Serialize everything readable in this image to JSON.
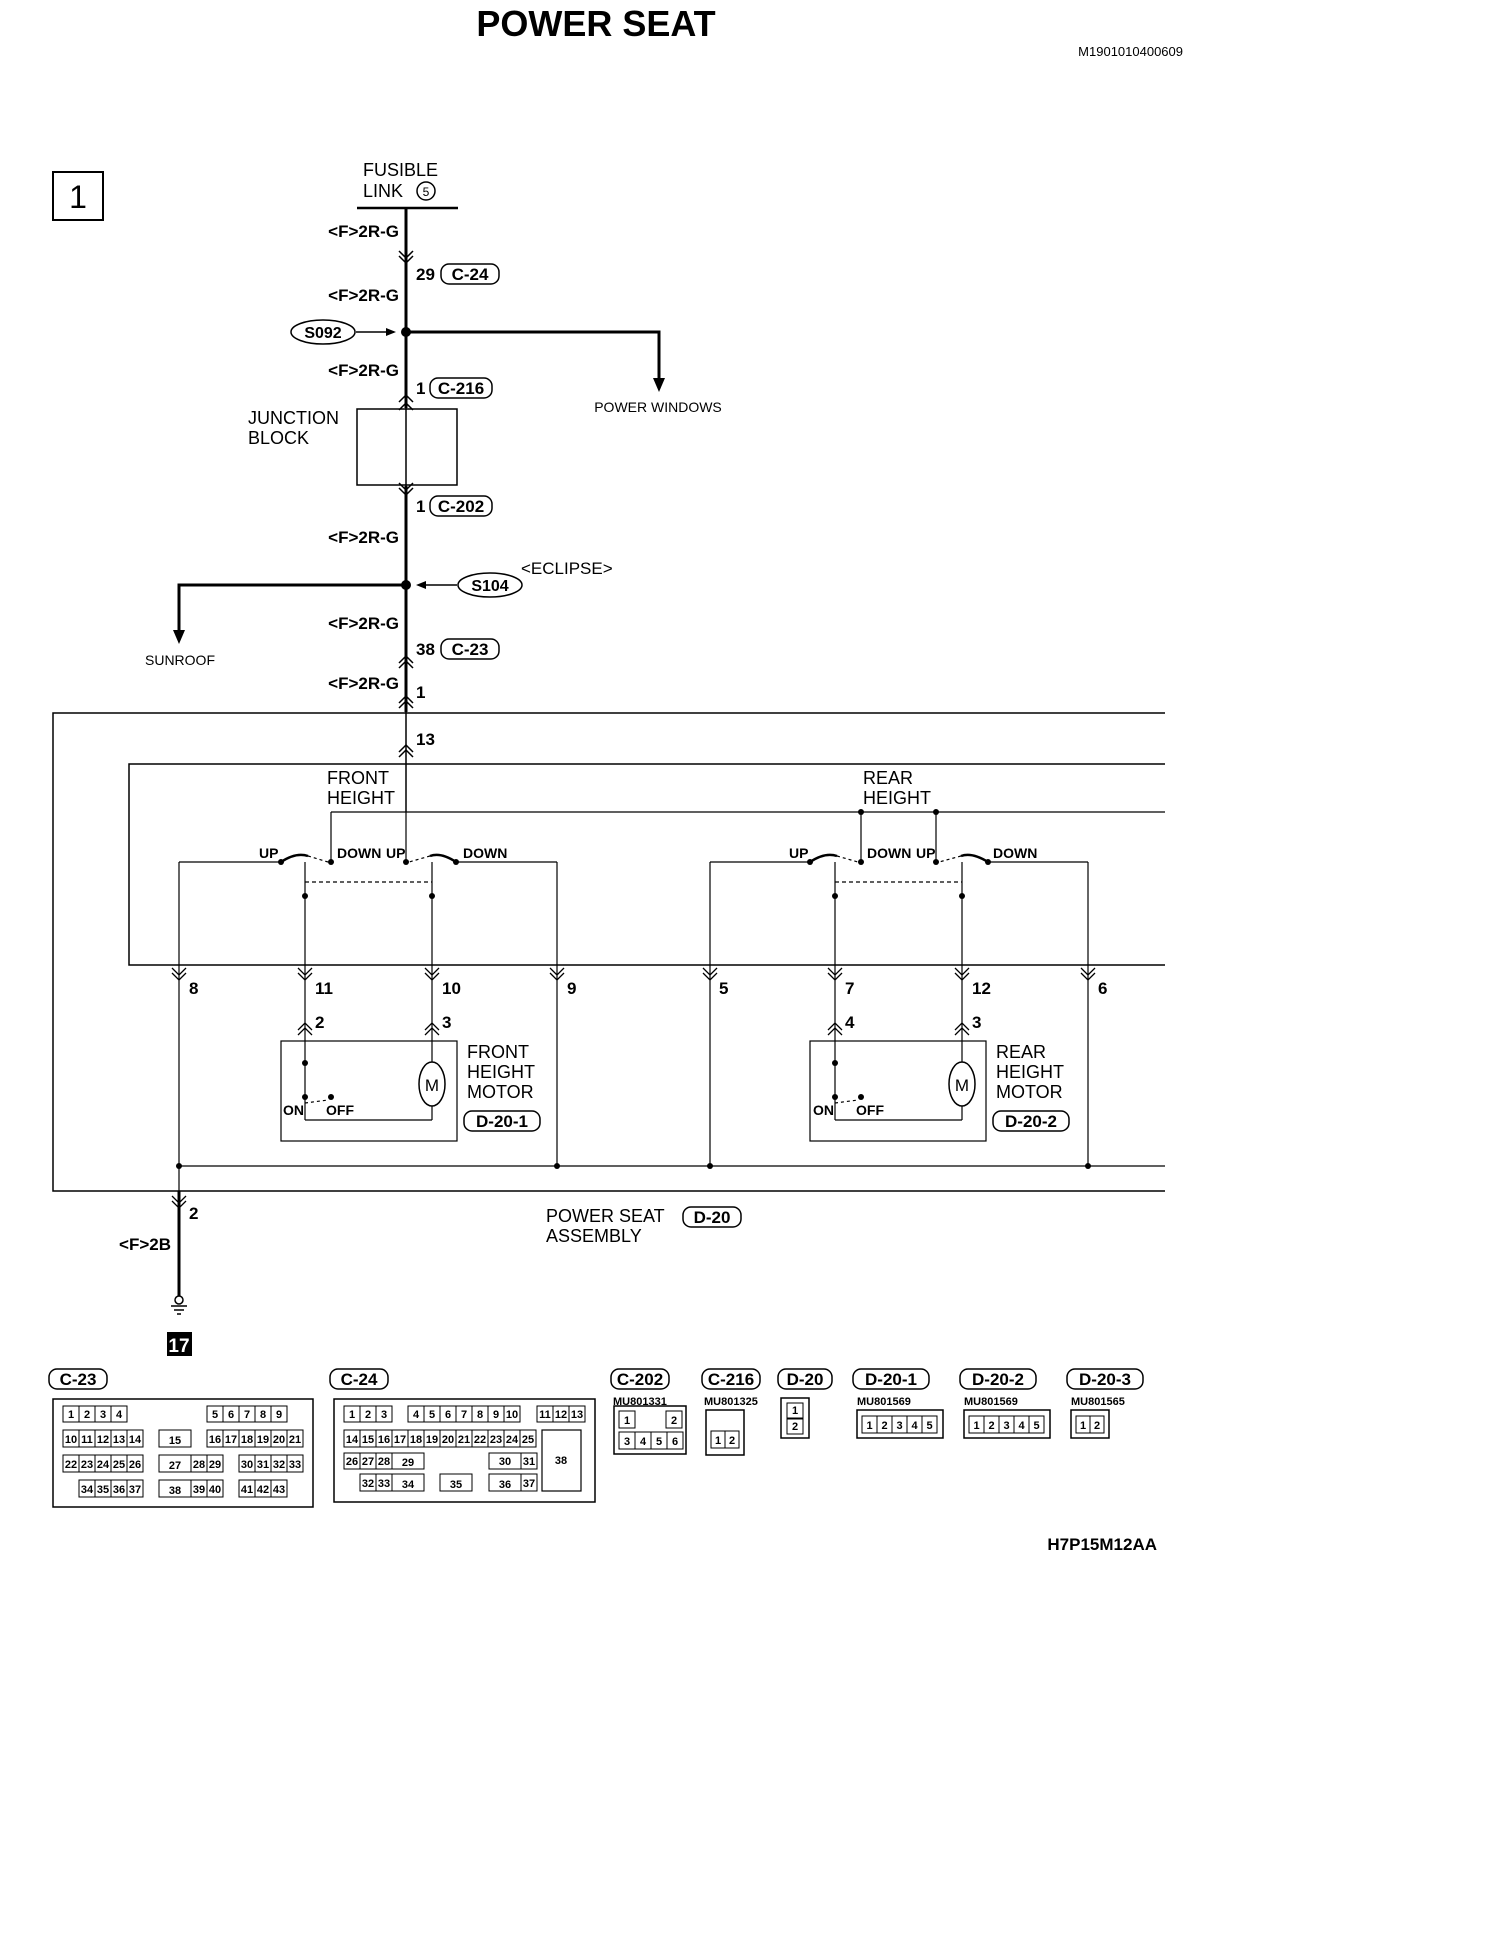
{
  "header": {
    "title": "POWER SEAT",
    "doc_id": "M1901010400609",
    "figure_id": "H7P15M12AA",
    "page_index": "1"
  },
  "source": {
    "fusible_link": "FUSIBLE",
    "fusible_link_2": "LINK",
    "fusible_link_num": "5"
  },
  "wires": {
    "w1": "<F>2R-G",
    "w2": "<F>2R-G",
    "w3": "<F>2R-G",
    "w4": "<F>2R-G",
    "w5": "<F>2R-G",
    "w6": "<F>2R-G",
    "ground_wire": "<F>2B"
  },
  "pins": {
    "c24": "29",
    "c216": "1",
    "c202": "1",
    "c23": "38",
    "one": "1",
    "thirteen": "13",
    "p8": "8",
    "p11": "11",
    "p10": "10",
    "p9": "9",
    "p5": "5",
    "p7": "7",
    "p12": "12",
    "p6": "6",
    "m2": "2",
    "m3": "3",
    "m4": "4",
    "m3b": "3",
    "g2": "2"
  },
  "connectors": {
    "c24": "C-24",
    "c216": "C-216",
    "c202": "C-202",
    "c23": "C-23",
    "d20": "D-20",
    "d201": "D-20-1",
    "d202": "D-20-2",
    "d203": "D-20-3"
  },
  "splices": {
    "s092": "S092",
    "s104": "S104",
    "eclipse": "<ECLIPSE>"
  },
  "labels": {
    "power_windows": "POWER WINDOWS",
    "sunroof": "SUNROOF",
    "junction": "JUNCTION",
    "block": "BLOCK",
    "front": "FRONT",
    "height": "HEIGHT",
    "rear": "REAR",
    "height2": "HEIGHT",
    "up": "UP",
    "down": "DOWN",
    "motor_front_1": "FRONT",
    "motor_front_2": "HEIGHT",
    "motor_front_3": "MOTOR",
    "motor_rear_1": "REAR",
    "motor_rear_2": "HEIGHT",
    "motor_rear_3": "MOTOR",
    "on": "ON",
    "off": "OFF",
    "m": "M",
    "assembly_1": "POWER SEAT",
    "assembly_2": "ASSEMBLY",
    "ground_num": "17"
  },
  "part_numbers": {
    "c202": "MU801331",
    "c216": "MU801325",
    "d201": "MU801569",
    "d202": "MU801569",
    "d203": "MU801565"
  },
  "c23_face": {
    "row1": [
      "1",
      "2",
      "3",
      "4",
      "5",
      "6",
      "7",
      "8",
      "9"
    ],
    "row2": [
      "10",
      "11",
      "12",
      "13",
      "14",
      "15",
      "16",
      "17",
      "18",
      "19",
      "20",
      "21"
    ],
    "row3": [
      "22",
      "23",
      "24",
      "25",
      "26",
      "27",
      "28",
      "29",
      "30",
      "31",
      "32",
      "33"
    ],
    "row4": [
      "34",
      "35",
      "36",
      "37",
      "38",
      "39",
      "40",
      "41",
      "42",
      "43"
    ]
  },
  "c24_face": {
    "row1": [
      "1",
      "2",
      "3",
      "4",
      "5",
      "6",
      "7",
      "8",
      "9",
      "10",
      "11",
      "12",
      "13"
    ],
    "row2": [
      "14",
      "15",
      "16",
      "17",
      "18",
      "19",
      "20",
      "21",
      "22",
      "23",
      "24",
      "25"
    ],
    "row3": [
      "26",
      "27",
      "28",
      "29",
      "30",
      "31"
    ],
    "row4": [
      "32",
      "33",
      "34",
      "35",
      "36",
      "37"
    ],
    "big": "38"
  },
  "small_faces": {
    "c202": [
      "1",
      "2",
      "3",
      "4",
      "5",
      "6"
    ],
    "c216": [
      "1",
      "2"
    ],
    "d20": [
      "1",
      "2"
    ],
    "d201": [
      "1",
      "2",
      "3",
      "4",
      "5"
    ],
    "d202": [
      "1",
      "2",
      "3",
      "4",
      "5"
    ],
    "d203": [
      "1",
      "2"
    ]
  }
}
